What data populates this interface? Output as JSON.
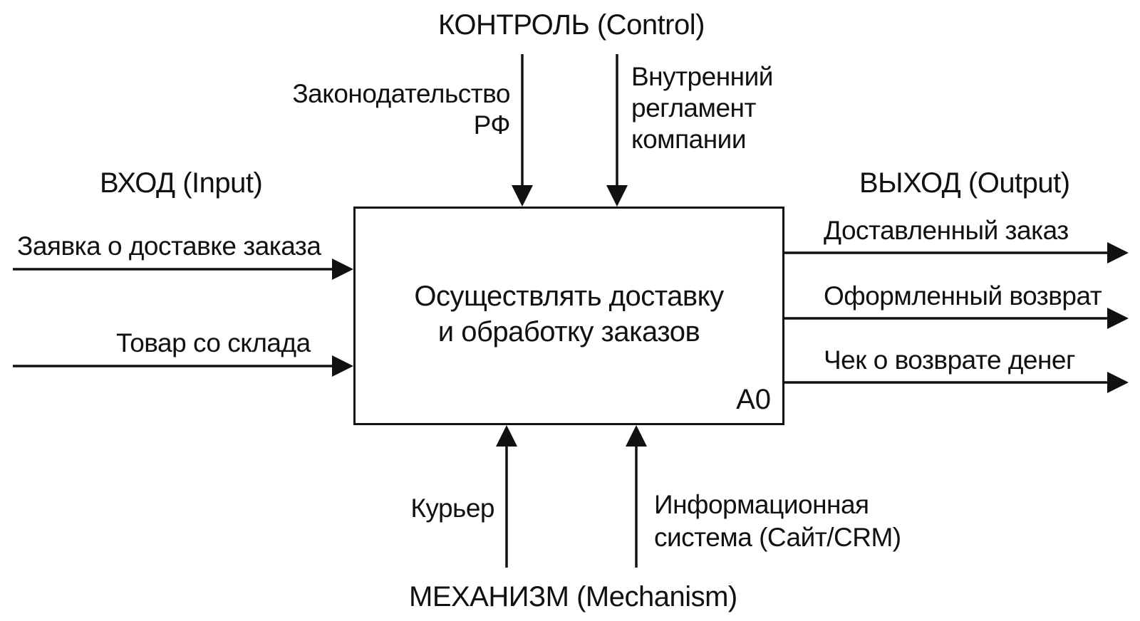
{
  "control": {
    "heading": "КОНТРОЛЬ (Control)",
    "items": [
      "Законодательство\nРФ",
      "Внутренний\nрегламент\nкомпании"
    ]
  },
  "input": {
    "heading": "ВХОД (Input)",
    "items": [
      "Заявка о доставке заказа",
      "Товар со склада"
    ]
  },
  "output": {
    "heading": "ВЫХОД (Output)",
    "items": [
      "Доставленный заказ",
      "Оформленный возврат",
      "Чек о возврате денег"
    ]
  },
  "mechanism": {
    "heading": "МЕХАНИЗМ (Mechanism)",
    "items": [
      "Курьер",
      "Информационная\nсистема (Сайт/CRM)"
    ]
  },
  "function_block": {
    "title": "Осуществлять доставку\nи обработку заказов",
    "code": "А0"
  }
}
